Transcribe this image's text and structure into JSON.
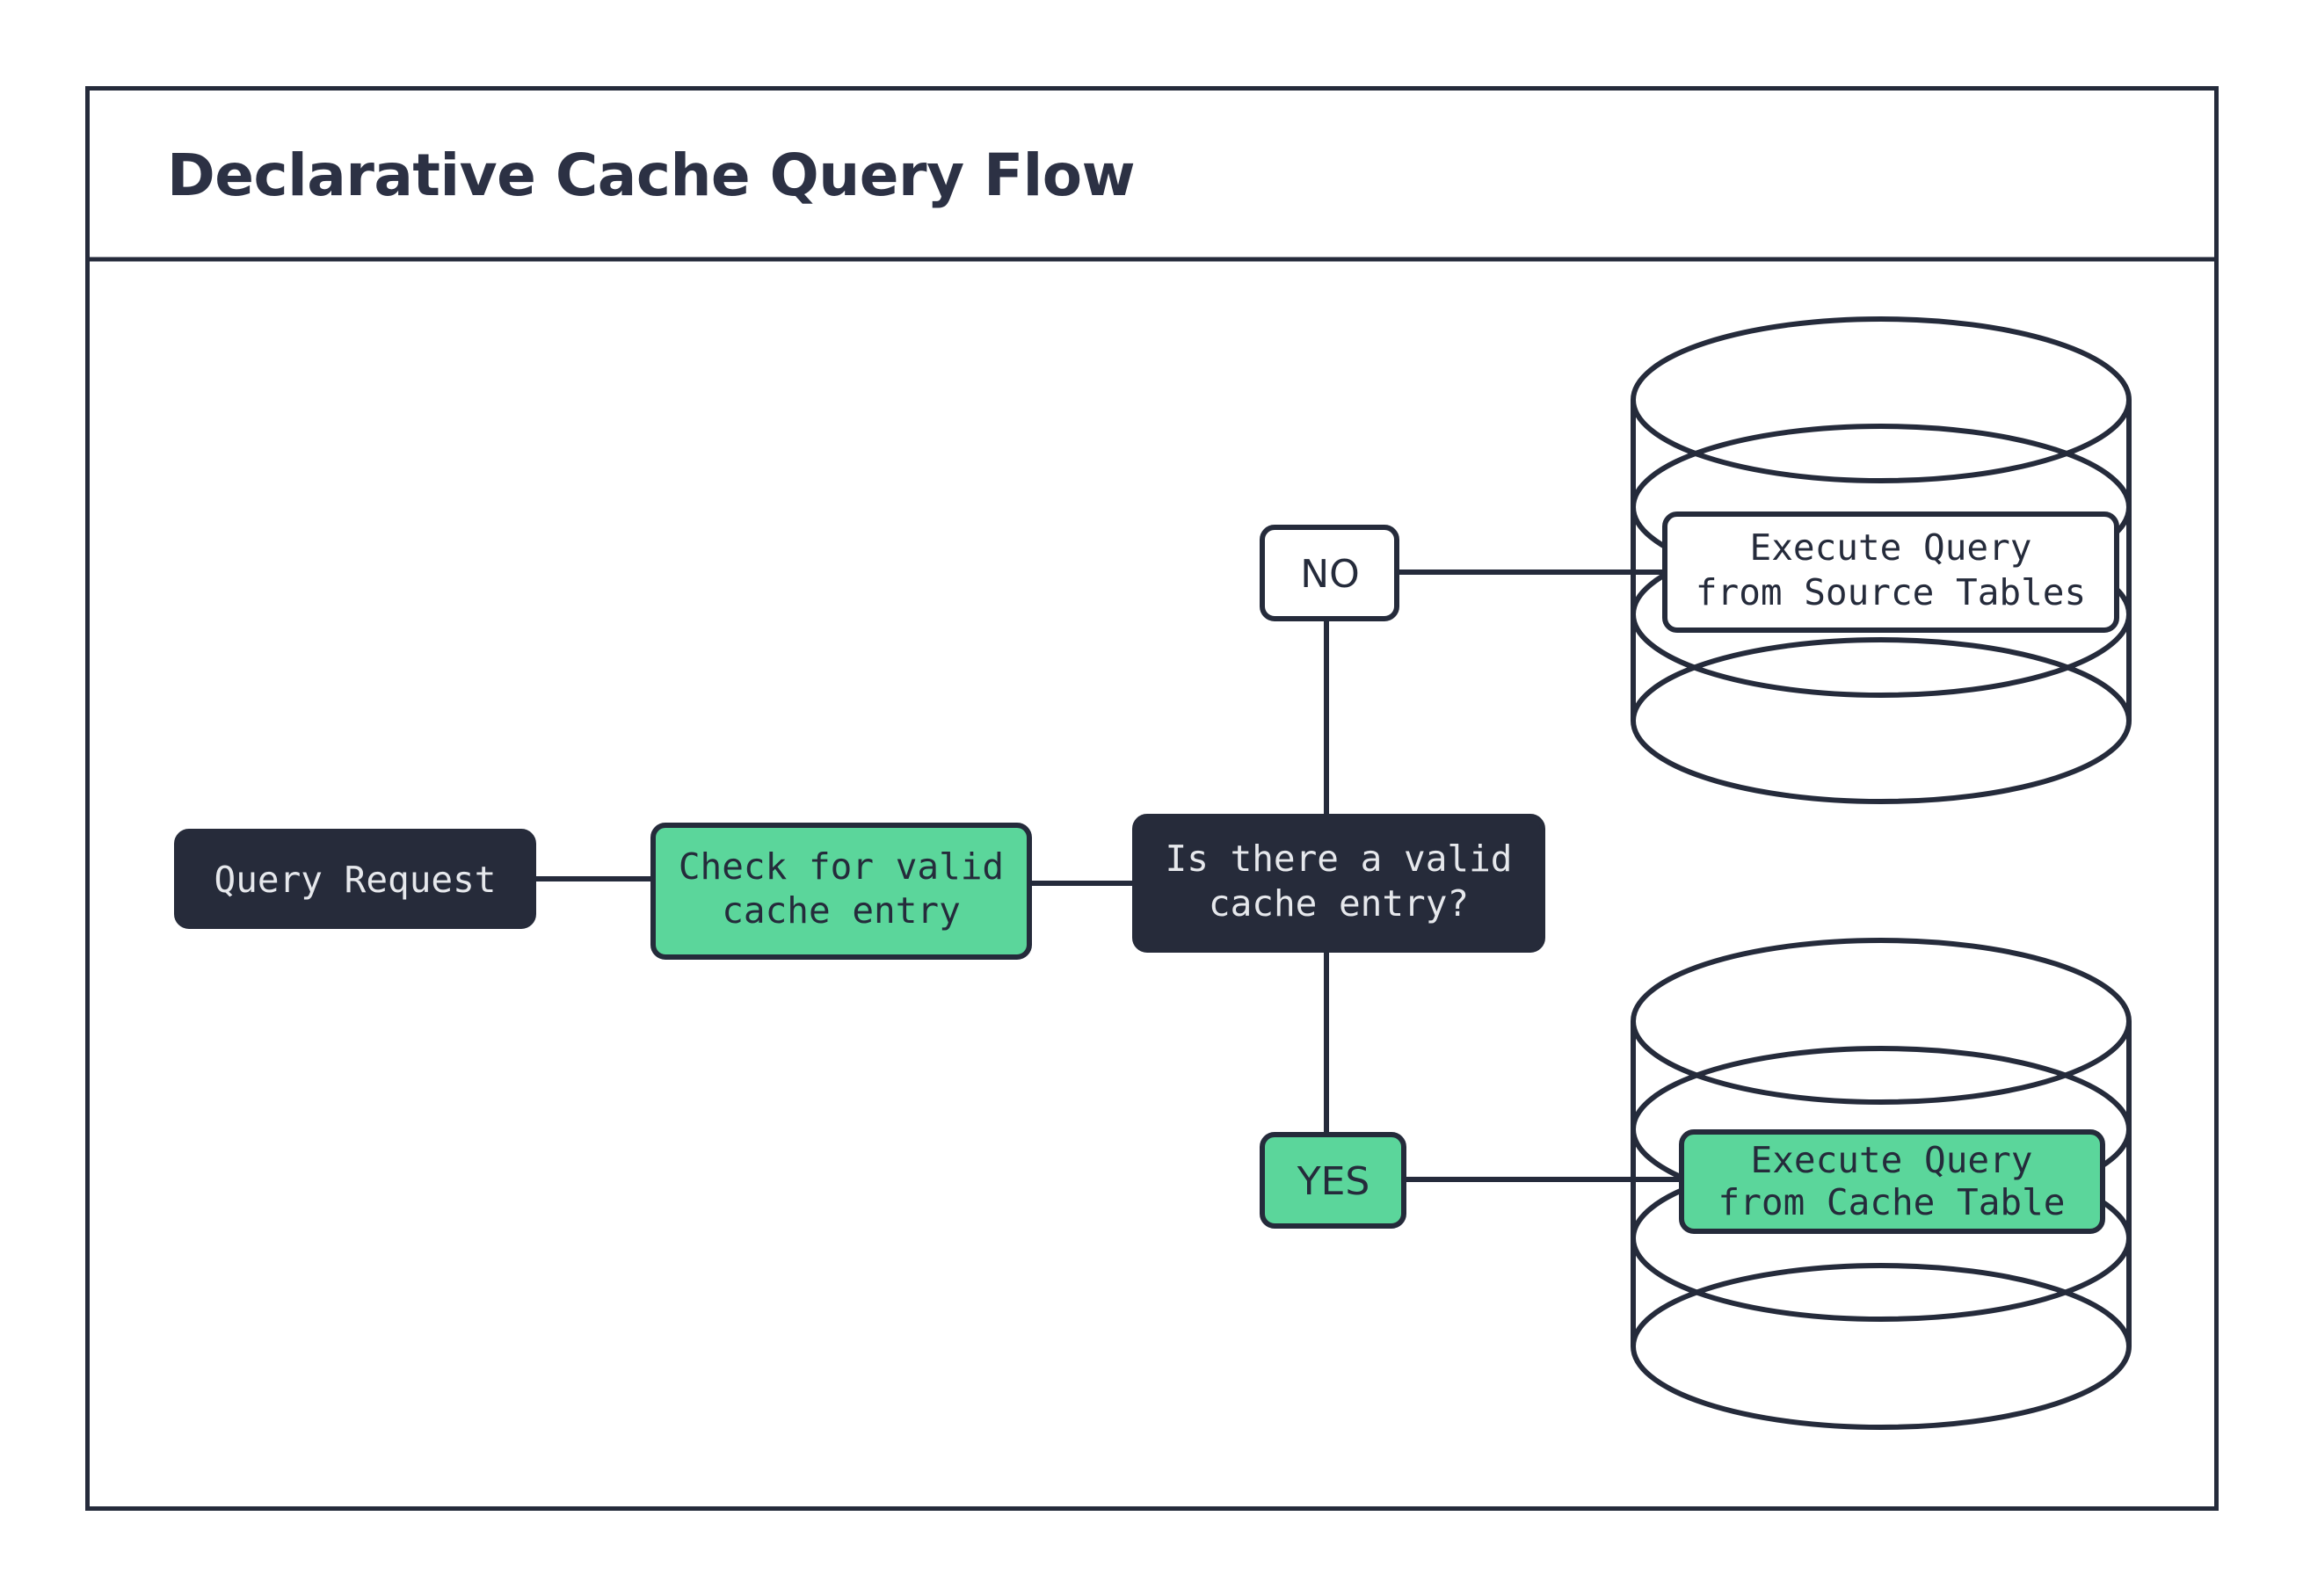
{
  "diagram": {
    "title": "Declarative Cache Query Flow",
    "colors": {
      "ink": "#252B3B",
      "dark_node_fill": "#262B3A",
      "green_node_fill": "#5BD69B",
      "white_node_fill": "#FFFFFF",
      "light_text": "#E6E8EC",
      "background": "#FFFFFF"
    },
    "nodes": {
      "query_request": {
        "label": "Query Request",
        "style": "dark",
        "shape": "rounded-rect"
      },
      "check_cache": {
        "label_line1": "Check for valid",
        "label_line2": "cache entry",
        "style": "green",
        "shape": "rounded-rect"
      },
      "decision": {
        "label_line1": "Is there a valid",
        "label_line2": "cache entry?",
        "style": "dark",
        "shape": "rounded-rect"
      },
      "branch_no": {
        "label": "NO",
        "style": "white",
        "shape": "rounded-rect"
      },
      "branch_yes": {
        "label": "YES",
        "style": "green",
        "shape": "rounded-rect"
      },
      "source_db": {
        "label_line1": "Execute Query",
        "label_line2": "from Source Tables",
        "style": "white",
        "shape": "database-cylinder"
      },
      "cache_db": {
        "label_line1": "Execute Query",
        "label_line2": "from Cache Table",
        "style": "green",
        "shape": "database-cylinder"
      }
    },
    "edges": [
      {
        "from": "query_request",
        "to": "check_cache"
      },
      {
        "from": "check_cache",
        "to": "decision"
      },
      {
        "from": "decision",
        "to": "branch_no"
      },
      {
        "from": "decision",
        "to": "branch_yes"
      },
      {
        "from": "branch_no",
        "to": "source_db"
      },
      {
        "from": "branch_yes",
        "to": "cache_db"
      }
    ]
  }
}
